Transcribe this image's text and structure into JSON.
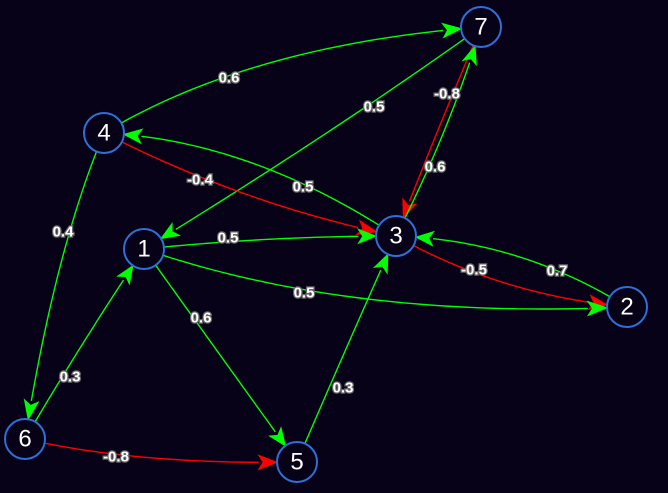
{
  "graph": {
    "nodes": [
      {
        "id": "1",
        "label": "1"
      },
      {
        "id": "2",
        "label": "2"
      },
      {
        "id": "3",
        "label": "3"
      },
      {
        "id": "4",
        "label": "4"
      },
      {
        "id": "5",
        "label": "5"
      },
      {
        "id": "6",
        "label": "6"
      },
      {
        "id": "7",
        "label": "7"
      }
    ],
    "edges": [
      {
        "from": "4",
        "to": "7",
        "weight": "0.6",
        "color": "#00ff00"
      },
      {
        "from": "7",
        "to": "1",
        "weight": "0.5",
        "color": "#00ff00"
      },
      {
        "from": "7",
        "to": "3",
        "weight": "-0.8",
        "color": "#ff0000"
      },
      {
        "from": "3",
        "to": "7",
        "weight": "0.6",
        "color": "#00ff00"
      },
      {
        "from": "4",
        "to": "3",
        "weight": "-0.4",
        "color": "#ff0000"
      },
      {
        "from": "3",
        "to": "4",
        "weight": "0.5",
        "color": "#00ff00"
      },
      {
        "from": "4",
        "to": "6",
        "weight": "0.4",
        "color": "#00ff00"
      },
      {
        "from": "1",
        "to": "3",
        "weight": "0.5",
        "color": "#00ff00"
      },
      {
        "from": "3",
        "to": "2",
        "weight": "-0.5",
        "color": "#ff0000"
      },
      {
        "from": "2",
        "to": "3",
        "weight": "0.7",
        "color": "#00ff00"
      },
      {
        "from": "1",
        "to": "2",
        "weight": "0.5",
        "color": "#00ff00"
      },
      {
        "from": "1",
        "to": "5",
        "weight": "0.6",
        "color": "#00ff00"
      },
      {
        "from": "6",
        "to": "1",
        "weight": "0.3",
        "color": "#00ff00"
      },
      {
        "from": "5",
        "to": "3",
        "weight": "0.3",
        "color": "#00ff00"
      },
      {
        "from": "6",
        "to": "5",
        "weight": "-0.8",
        "color": "#ff0000"
      }
    ]
  },
  "colors": {
    "background": "#080219",
    "node_outline": "#2e6fd8",
    "positive_edge": "#00ff00",
    "negative_edge": "#ff0000"
  }
}
